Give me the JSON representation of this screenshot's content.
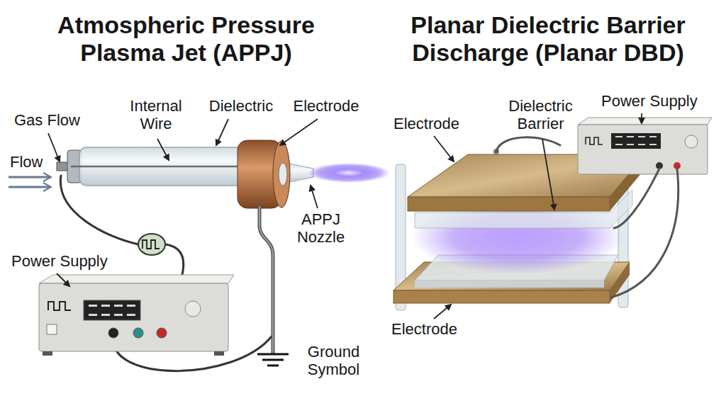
{
  "diagram": {
    "labels": [
      "Atmospheric Pressure Plasma Jet (APPJ)",
      "Planar Dielectric Barrier Discharge (Planar DBD)",
      "Gas Flow",
      "Flow",
      "Internal Wire",
      "Dielectric",
      "Electrode",
      "APPJ Nozzle",
      "Power Supply",
      "Ground Symbol",
      "Electrode",
      "Dielectric Barrier",
      "Power Supply",
      "Electrode"
    ]
  }
}
